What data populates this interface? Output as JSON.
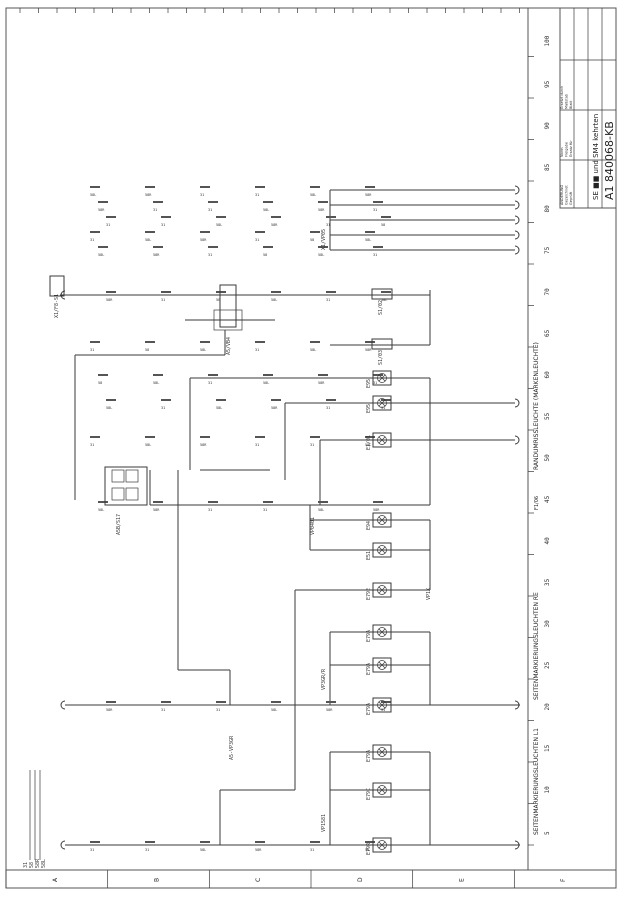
{
  "sheet": {
    "drawing_number": "A1 840068-KB",
    "title_line": "SE ■■ und SM4 kehrten",
    "title_block_rows": [
      "ÄNDERUNG",
      "Gezeichnet",
      "Geprüft",
      "Norm",
      "Freigabe",
      "Ersatz für",
      "Ersetzt durch",
      "Maßstab",
      "Blatt"
    ]
  },
  "scale_numbers": [
    "5",
    "10",
    "15",
    "20",
    "25",
    "30",
    "35",
    "40",
    "45",
    "50",
    "55",
    "60",
    "65",
    "70",
    "75",
    "80",
    "85",
    "90",
    "95",
    "100"
  ],
  "row_letters": [
    "A",
    "B",
    "C",
    "D",
    "E",
    "F"
  ],
  "section_labels": {
    "left_bottom": "SEITENMARKIERUNGSLEUCHTEN L1",
    "left_top": "SEITENMARKIERUNGSLEUCHTEN RE",
    "right": "RANDUMRISSLEUCHTE (MARKENLEUCHTE)",
    "fuse_label": "F1/06"
  },
  "component_labels": {
    "relay": "A5/VB4",
    "switch_block": "A5B/S17",
    "junction": "VP0401",
    "connector_bank": "X1/VP05",
    "connector_left": "X1/F8-S1",
    "fuse1": "S1/02",
    "fuse2": "S1/03",
    "lamps": [
      "E95",
      "E95",
      "E1/01",
      "E94",
      "E51",
      "E79E",
      "E79A",
      "E79A",
      "E79A",
      "E79A",
      "E79C",
      "E79R",
      "E79"
    ],
    "net_a": "A5-VP3GR",
    "net_b": "VP3GR/R",
    "net_c": "VP1581",
    "net_d": "VP1X"
  },
  "wire_tags": [
    "58L",
    "58R",
    "31",
    "31",
    "58L",
    "58R",
    "31",
    "58",
    "58L",
    "31"
  ],
  "left_margin_marks": [
    "31",
    "58",
    "58R",
    "58L"
  ]
}
